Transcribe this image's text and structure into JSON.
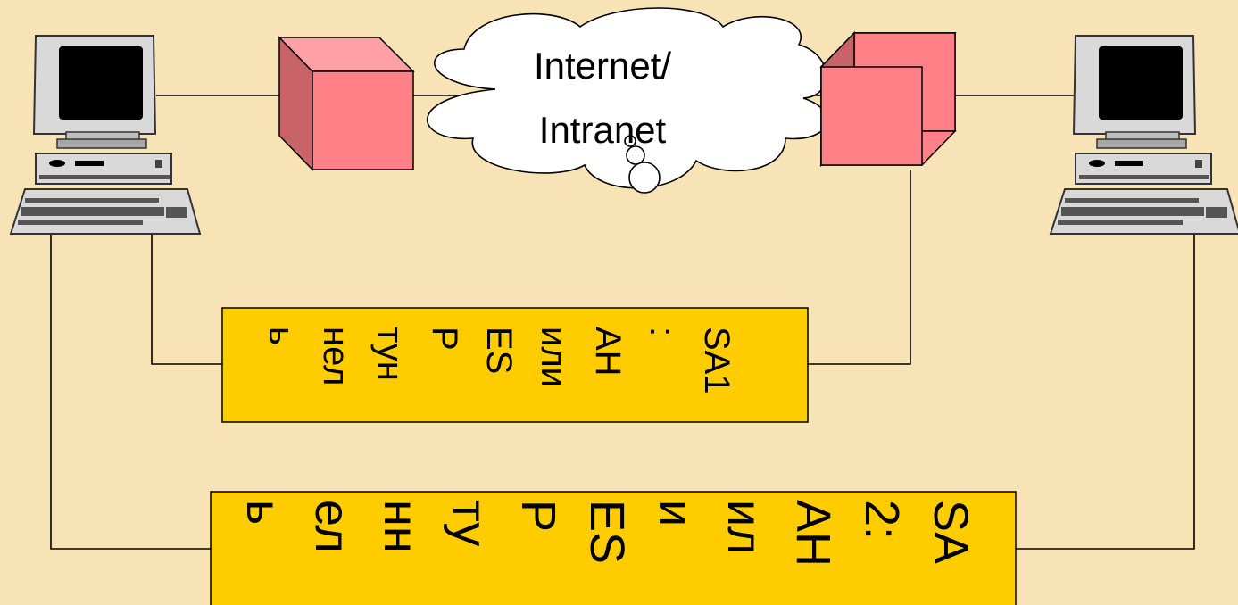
{
  "cloud": {
    "line1": "Internet/",
    "line2": "Intranet"
  },
  "sa1": {
    "lines": [
      "SA1",
      ":",
      "AH",
      "или",
      "ES",
      "P",
      "тун",
      "нел",
      "ь"
    ]
  },
  "sa2": {
    "lines": [
      "SA",
      "2:",
      "AH",
      "ил",
      "и",
      "ES",
      "P",
      "ту",
      "нн",
      "ел",
      "ь"
    ]
  },
  "colors": {
    "background": "#f7e3b6",
    "box_fill": "#ffcc00",
    "cube_front": "#ff8087",
    "cube_side": "#c86468",
    "cube_top": "#ffa0a6"
  },
  "icons": {
    "left_host": "computer-icon",
    "right_host": "computer-icon",
    "left_gateway": "security-gateway-cube-icon",
    "right_gateway": "security-gateway-cube-icon",
    "network": "cloud-icon"
  }
}
